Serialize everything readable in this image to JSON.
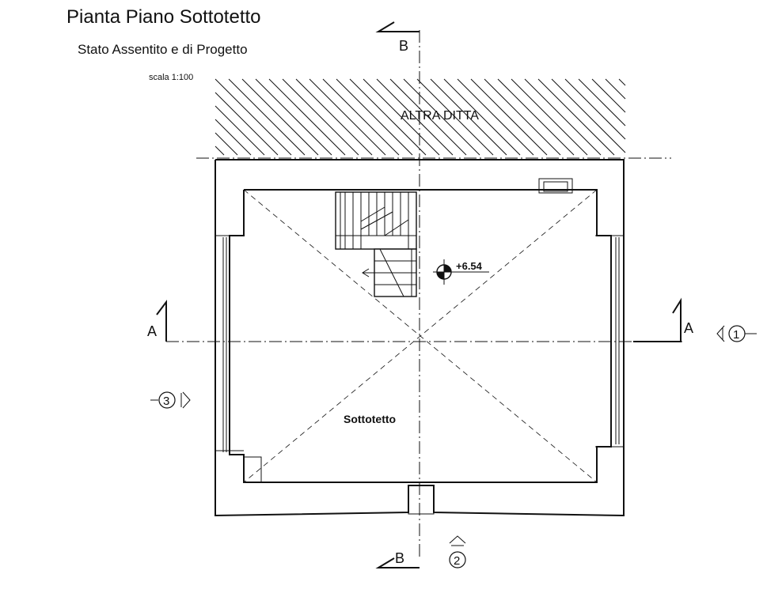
{
  "header": {
    "title": "Pianta Piano Sottotetto",
    "subtitle": "Stato Assentito e di Progetto",
    "scale": "scala 1:100"
  },
  "plan": {
    "neighbor_label": "ALTRA  DITTA",
    "room_label": "Sottotetto",
    "elevation": "+6.54",
    "section_b_top": "B",
    "section_b_bottom": "B",
    "section_a_left": "A",
    "section_a_right": "A",
    "elevation_ref_1": "1",
    "elevation_ref_2": "2",
    "elevation_ref_3": "3"
  }
}
